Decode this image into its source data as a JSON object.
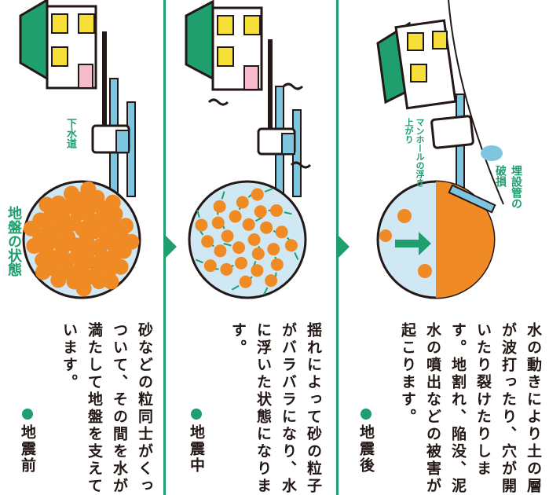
{
  "title": "地盤の状態",
  "colors": {
    "green": "#1f9e6e",
    "orange": "#f08a24",
    "water": "#cfe8f3",
    "pipe": "#7ec5e0",
    "wall": "#ffffff",
    "window": "#f7df3a",
    "door": "#f7b9cc"
  },
  "labels": {
    "sewer": "下水道",
    "manhole": "マンホールの浮き上がり",
    "pipe_damage": "埋設管の破損"
  },
  "panels": [
    {
      "heading": "地震前",
      "body": "砂などの粒同士がくっついて、その間を水が満たして地盤を支えています。"
    },
    {
      "heading": "地震中",
      "body": "揺れによって砂の粒子がバラバラになり、水に浮いた状態になります。"
    },
    {
      "heading": "地震後",
      "body": "水の動きにより土の層が波打ったり、穴が開いたり裂けたりします。地割れ、陥没、泥水の噴出などの被害が起こります。"
    }
  ]
}
